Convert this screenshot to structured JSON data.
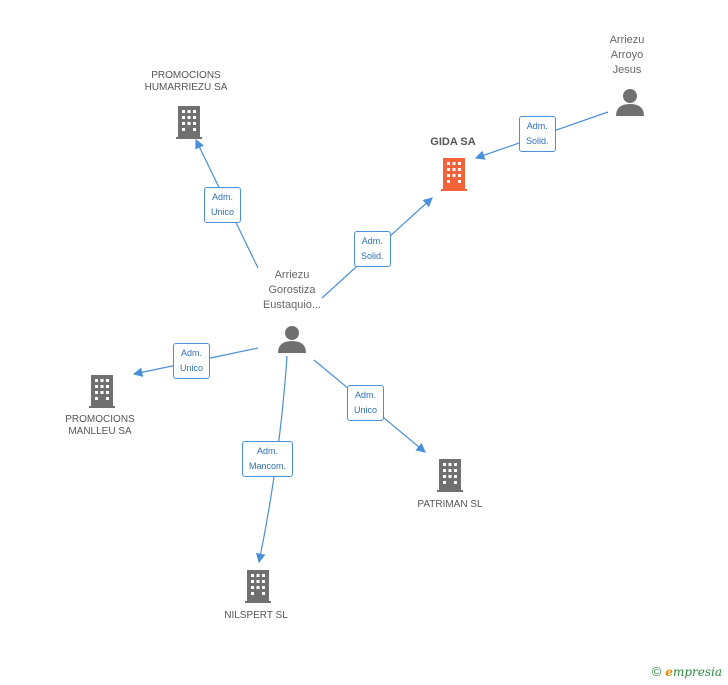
{
  "colors": {
    "edge": "#4a90d9",
    "building": "#707070",
    "focus_building": "#f4623a",
    "person": "#707070"
  },
  "nodes": {
    "promocions_humarriezu": {
      "label_lines": [
        "PROMOCIONS",
        "HUMARRIEZU SA"
      ],
      "icon": "building-icon"
    },
    "gida": {
      "label_lines": [
        "GIDA SA"
      ],
      "icon": "building-icon",
      "focus": true
    },
    "arriezu_arroyo": {
      "label_lines": [
        "Arriezu",
        "Arroyo",
        "Jesus"
      ],
      "icon": "person-icon"
    },
    "arriezu_gorostiza": {
      "label_lines": [
        "Arriezu",
        "Gorostiza",
        "Eustaquio..."
      ],
      "icon": "person-icon"
    },
    "promocions_manlleu": {
      "label_lines": [
        "PROMOCIONS",
        "MANLLEU SA"
      ],
      "icon": "building-icon"
    },
    "patriman": {
      "label_lines": [
        "PATRIMAN SL"
      ],
      "icon": "building-icon"
    },
    "nilspert": {
      "label_lines": [
        "NILSPERT SL"
      ],
      "icon": "building-icon"
    }
  },
  "edges": [
    {
      "id": "e1",
      "label_lines": [
        "Adm.",
        "Unico"
      ]
    },
    {
      "id": "e2",
      "label_lines": [
        "Adm.",
        "Solid."
      ]
    },
    {
      "id": "e3",
      "label_lines": [
        "Adm.",
        "Solid."
      ]
    },
    {
      "id": "e4",
      "label_lines": [
        "Adm.",
        "Unico"
      ]
    },
    {
      "id": "e5",
      "label_lines": [
        "Adm.",
        "Unico"
      ]
    },
    {
      "id": "e6",
      "label_lines": [
        "Adm.",
        "Mancom."
      ]
    }
  ],
  "footer": {
    "copyright_symbol": "©",
    "brand_first": "e",
    "brand_rest": "mpresia"
  }
}
